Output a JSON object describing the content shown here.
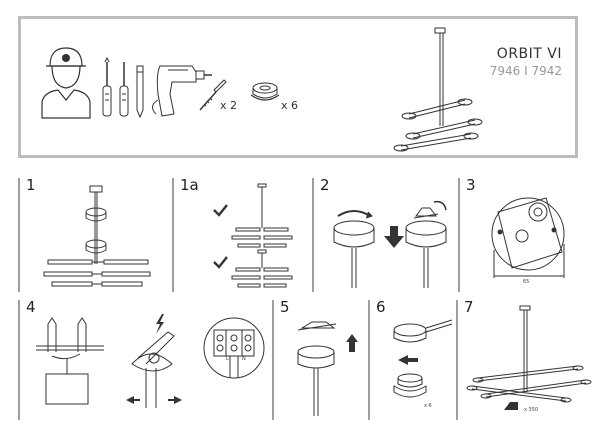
{
  "product": {
    "name": "ORBIT VI",
    "codes": "7946 I 7942"
  },
  "parts": {
    "screw_anchor_qty": "x 2",
    "cap_qty": "x 6"
  },
  "steps": [
    {
      "label": "1"
    },
    {
      "label": "1a"
    },
    {
      "label": "2"
    },
    {
      "label": "3"
    },
    {
      "label": "4"
    },
    {
      "label": "5"
    },
    {
      "label": "6"
    },
    {
      "label": "7"
    }
  ],
  "annotations": {
    "step3_dimension": "65",
    "step6_qty": "x 6",
    "step7_qty": "x 350",
    "terminal_labels": [
      "L",
      "N"
    ]
  },
  "colors": {
    "frame": "#bdbdbd",
    "line": "#333333",
    "divider": "#9e9e9e"
  }
}
